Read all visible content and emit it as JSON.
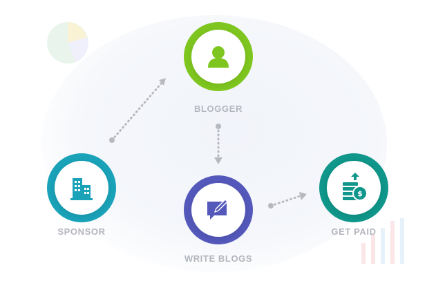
{
  "nodes": {
    "blogger": {
      "label": "BLOGGER",
      "color": "#7ec61f",
      "icon": "user-icon"
    },
    "sponsor": {
      "label": "SPONSOR",
      "color": "#1aa2b8",
      "icon": "building-icon"
    },
    "write_blogs": {
      "label": "WRITE BLOGS",
      "color": "#5458ba",
      "icon": "edit-message-icon"
    },
    "get_paid": {
      "label": "GET PAID",
      "color": "#10968a",
      "icon": "coins-dollar-icon"
    }
  },
  "colors": {
    "label_text": "#b3b6bd",
    "connector": "#b7b9be"
  }
}
